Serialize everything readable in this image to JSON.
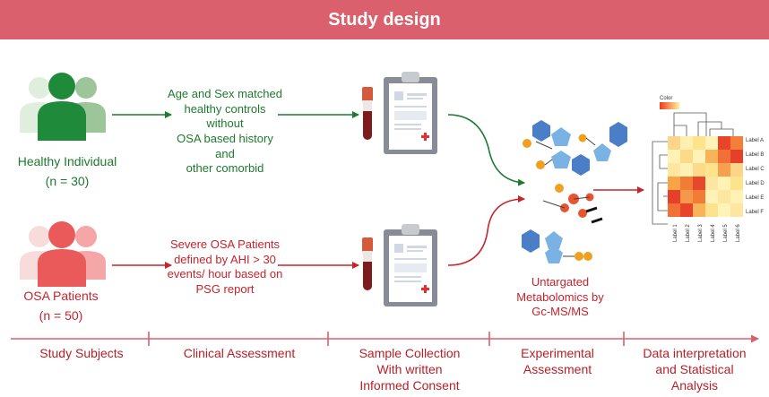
{
  "banner": {
    "title": "Study design"
  },
  "healthy": {
    "group_label": "Healthy Individual",
    "group_count": "(n = 30)",
    "criteria": [
      "Age and Sex matched",
      "healthy controls without",
      "OSA based history and",
      "other comorbid"
    ]
  },
  "osa": {
    "group_label": "OSA Patients",
    "group_count": "(n = 50)",
    "criteria": [
      "Severe OSA Patients",
      "defined by AHI > 30",
      "events/ hour based on",
      "PSG report"
    ]
  },
  "metabolomics": {
    "lines": [
      "Untargated",
      "Metabolomics by",
      "Gc-MS/MS"
    ]
  },
  "heatmap": {
    "color_label": "Color",
    "row_labels": [
      "Label A",
      "Label B",
      "Label C",
      "Label D",
      "Label E",
      "Label F"
    ],
    "col_labels": [
      "Label 1",
      "Label 2",
      "Label 3",
      "Label 4",
      "Label 5",
      "Label 6"
    ]
  },
  "timeline": {
    "stages": [
      {
        "lines": [
          "Study Subjects"
        ]
      },
      {
        "lines": [
          "Clinical Assessment"
        ]
      },
      {
        "lines": [
          "Sample Collection",
          "With written",
          "Informed Consent"
        ]
      },
      {
        "lines": [
          "Experimental",
          "Assessment"
        ]
      },
      {
        "lines": [
          "Data interpretation",
          "and Statistical",
          "Analysis"
        ]
      }
    ]
  },
  "colors": {
    "banner": "#d9606c",
    "green": "#1e7a2e",
    "red": "#c8232c",
    "timeline": "#d9606c"
  },
  "icons": [
    "people-icon",
    "blood-tube-icon",
    "clipboard-icon",
    "molecule-icon",
    "heatmap-icon"
  ]
}
